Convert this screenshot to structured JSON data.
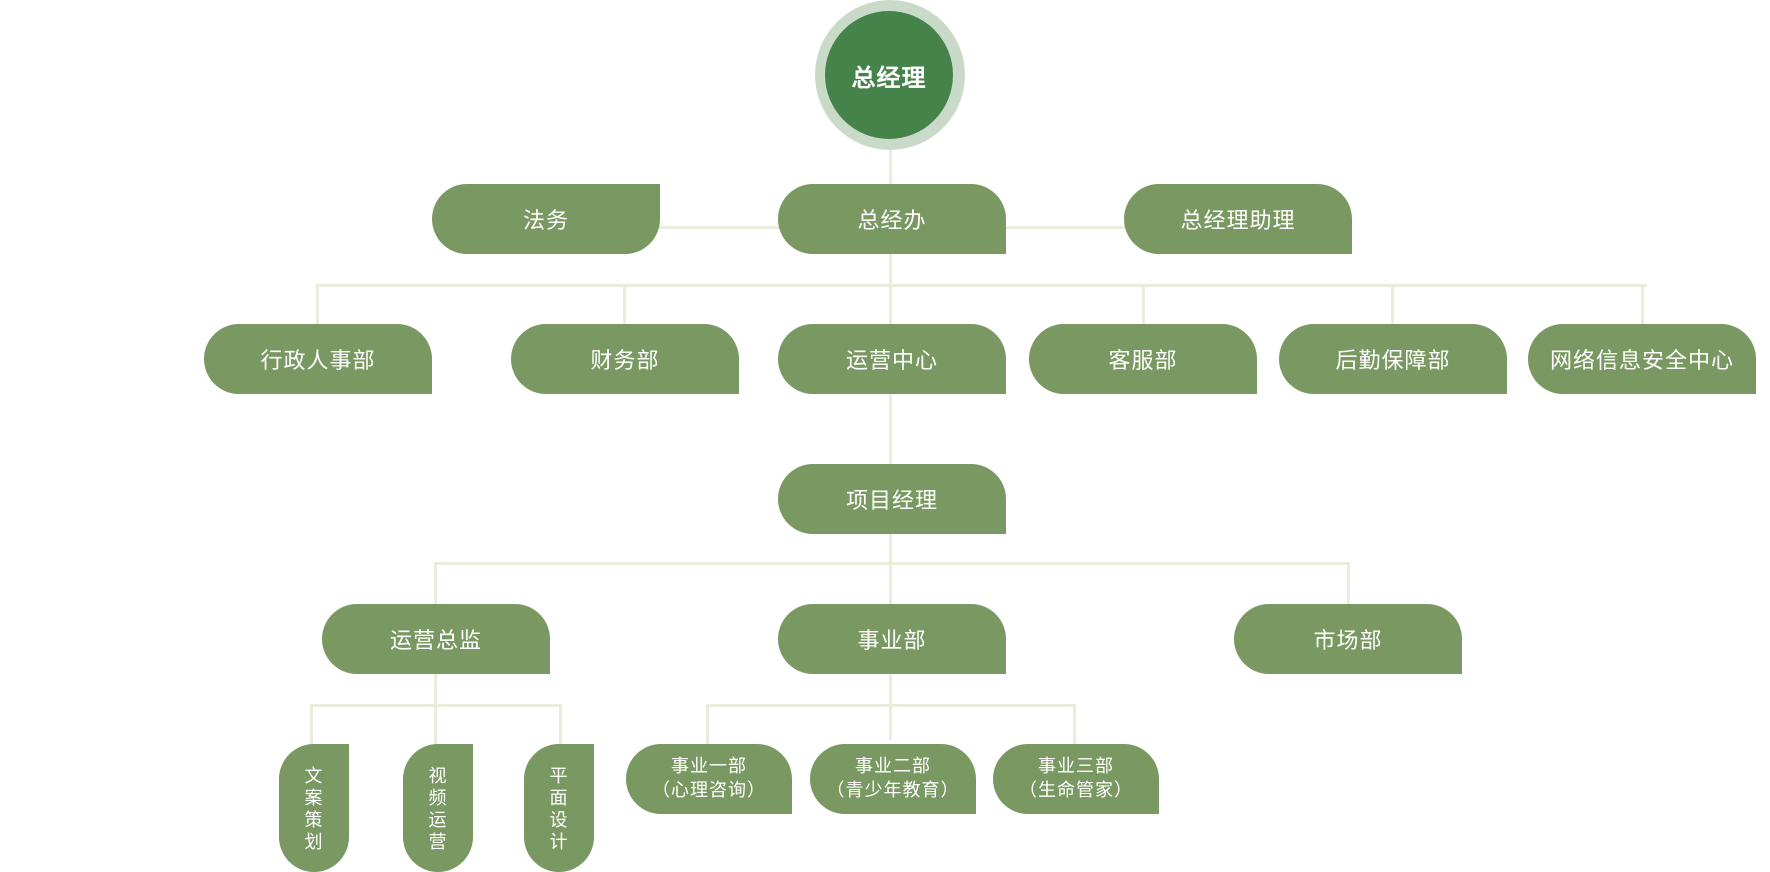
{
  "root": {
    "label": "总经理"
  },
  "level1": {
    "left": "法务",
    "center": "总经办",
    "right": "总经理助理"
  },
  "departments": [
    "行政人事部",
    "财务部",
    "运营中心",
    "客服部",
    "后勤保障部",
    "网络信息安全中心"
  ],
  "project_manager": "项目经理",
  "divisions": [
    "运营总监",
    "事业部",
    "市场部"
  ],
  "ops_teams": [
    "文案策划",
    "视频运营",
    "平面设计"
  ],
  "business_units": [
    {
      "name": "事业一部",
      "sub": "（心理咨询）"
    },
    {
      "name": "事业二部",
      "sub": "（青少年教育）"
    },
    {
      "name": "事业三部",
      "sub": "（生命管家）"
    }
  ],
  "colors": {
    "root": "#46834b",
    "halo": "#c9dbc8",
    "node": "#7a9862",
    "connector": "#e9eedc"
  }
}
